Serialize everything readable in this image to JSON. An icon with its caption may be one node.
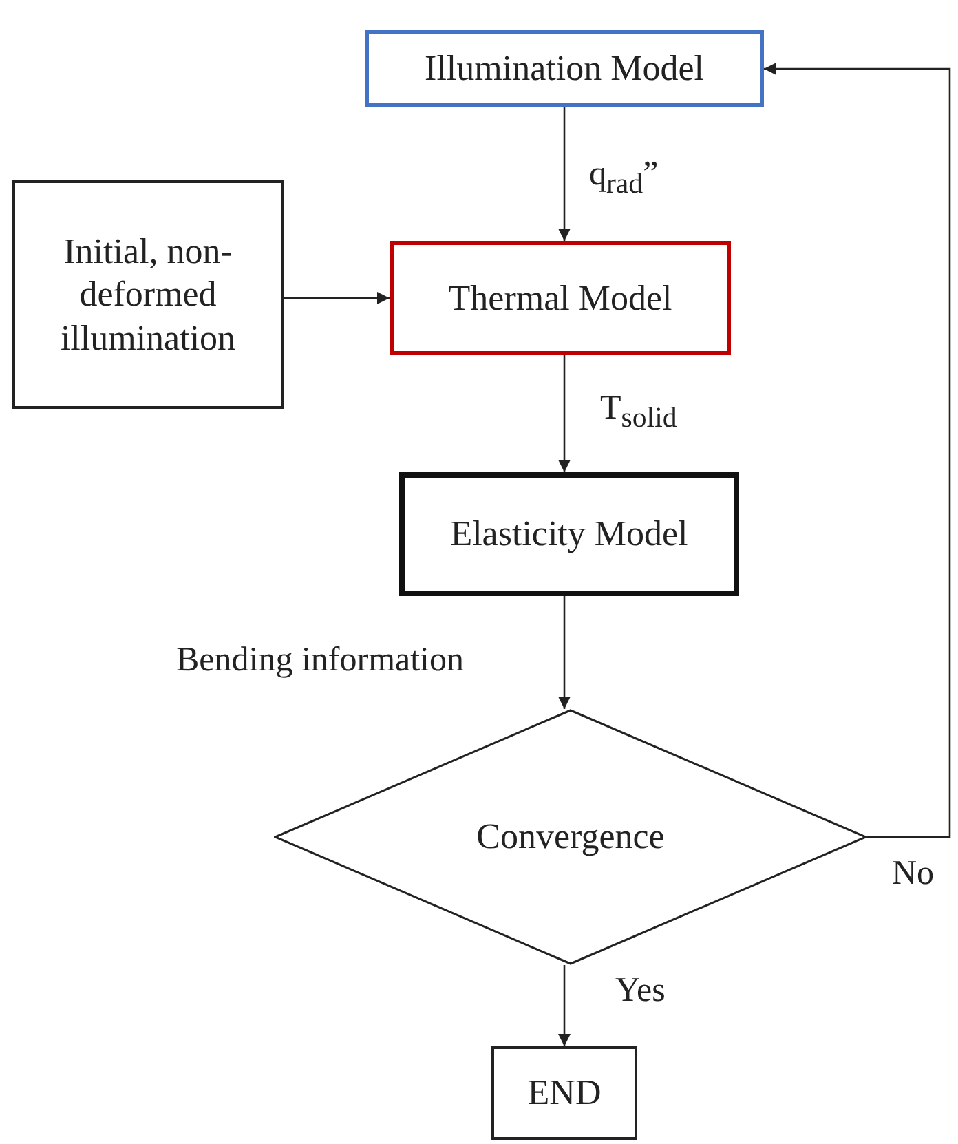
{
  "diagram": {
    "nodes": [
      {
        "text": [
          "Illumination Model"
        ]
      },
      {
        "text": [
          "Initial, non-deformed illumination"
        ]
      },
      {
        "text": [
          "Thermal Model"
        ]
      },
      {
        "text": [
          "Elasticity Model"
        ]
      },
      {
        "text": [
          "Convergence"
        ]
      },
      {
        "text": [
          "END"
        ]
      }
    ],
    "edges": [
      {
        "from": 0,
        "to": 2,
        "arrow": "to",
        "label": "q$_{rad}$”"
      },
      {
        "from": 1,
        "to": 2,
        "arrow": "to"
      },
      {
        "from": 2,
        "to": 3,
        "arrow": "to",
        "label": "T$_{solid}$"
      },
      {
        "from": 3,
        "to": 4,
        "arrow": "to",
        "label": "Bending information"
      },
      {
        "from": 4,
        "to": 0,
        "arrow": "to",
        "label": "No"
      },
      {
        "from": 4,
        "to": 5,
        "arrow": "to",
        "label": "Yes"
      }
    ]
  }
}
